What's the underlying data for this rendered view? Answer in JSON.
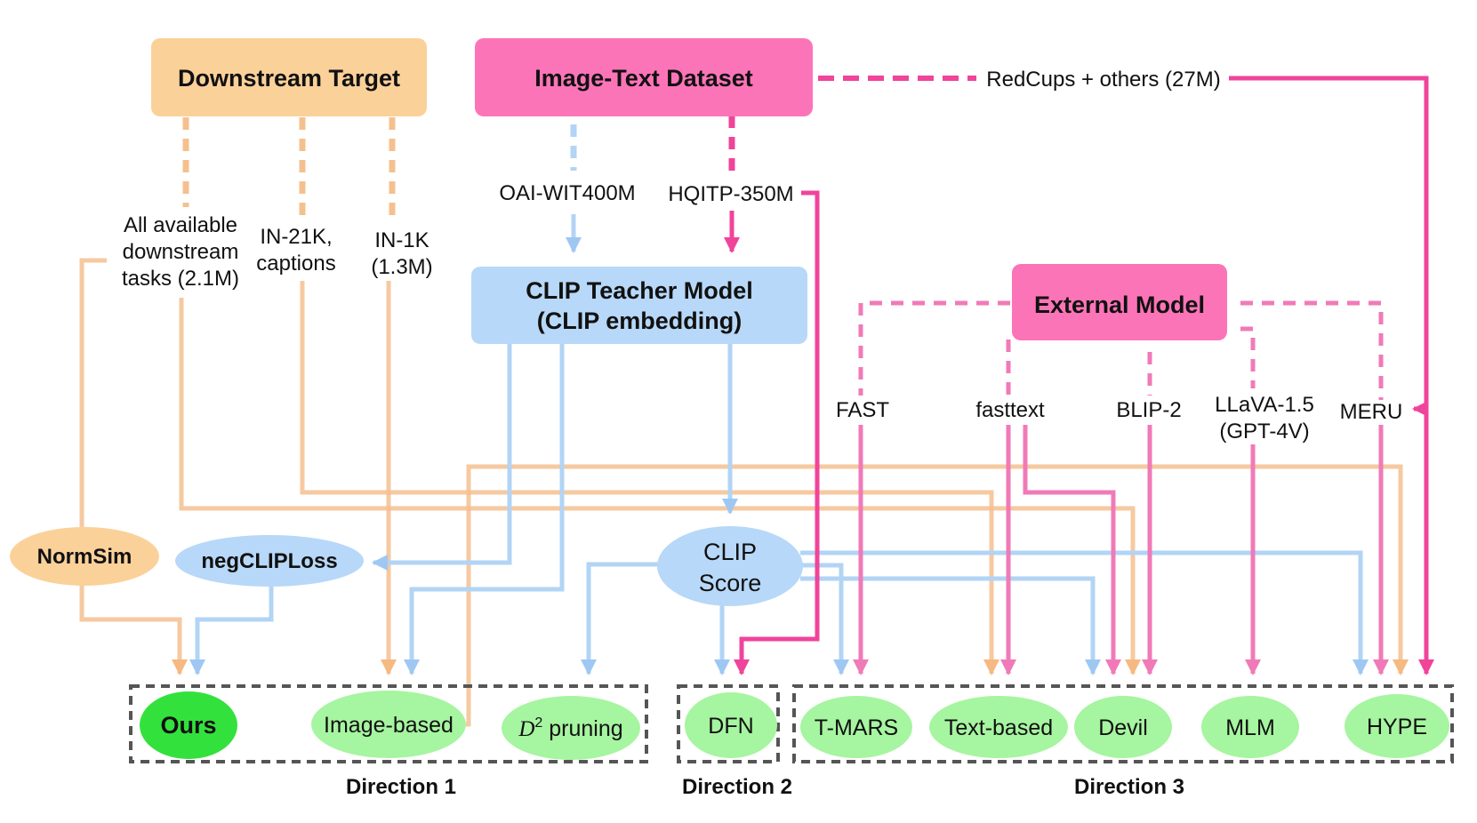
{
  "boxes": {
    "downstream_target": "Downstream Target",
    "image_text_dataset": "Image-Text Dataset",
    "clip_teacher_line1": "CLIP Teacher Model",
    "clip_teacher_line2": "(CLIP embedding)",
    "external_model": "External Model"
  },
  "edge_labels": {
    "all_available_line1": "All available",
    "all_available_line2": "downstream",
    "all_available_line3": "tasks (2.1M)",
    "in21k_line1": "IN-21K,",
    "in21k_line2": "captions",
    "in1k_line1": "IN-1K",
    "in1k_line2": "(1.3M)",
    "oai_wit": "OAI-WIT400M",
    "hqitp": "HQITP-350M",
    "redcups": "RedCups + others (27M)",
    "fast": "FAST",
    "fasttext": "fasttext",
    "blip2": "BLIP-2",
    "llava_line1": "LLaVA-1.5",
    "llava_line2": "(GPT-4V)",
    "meru": "MERU"
  },
  "intermediate": {
    "normsim": "NormSim",
    "negcliploss": "negCLIPLoss",
    "clip_score_line1": "CLIP",
    "clip_score_line2": "Score"
  },
  "methods": {
    "ours": "Ours",
    "image_based": "Image-based",
    "d2_symbol": "D",
    "d2_superscript": "2",
    "d2_text": " pruning",
    "dfn": "DFN",
    "tmars": "T-MARS",
    "text_based": "Text-based",
    "devil": "Devil",
    "mlm": "MLM",
    "hype": "HYPE"
  },
  "groups": {
    "direction1": "Direction 1",
    "direction2": "Direction 2",
    "direction3": "Direction 3"
  },
  "colors": {
    "orange_box": "#fbd19a",
    "orange_line": "#f5c08f",
    "pink_box": "#fc74b8",
    "pink_line": "#f07ab8",
    "magenta_line": "#f0449b",
    "blue_box": "#b7d8f8",
    "blue_line": "#b2d4f5",
    "green_node": "#a6f5a0",
    "ours_green": "#33e13d",
    "dashed_group": "#555555"
  }
}
